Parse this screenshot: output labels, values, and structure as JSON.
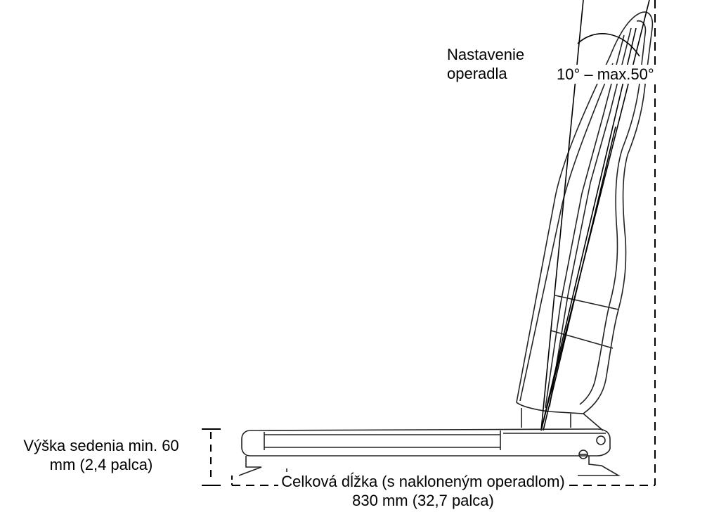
{
  "labels": {
    "backrest": {
      "line1": "Nastavenie",
      "line2": "operadla"
    },
    "angle": "10° – max.50°",
    "seat_height": {
      "line1": "Výška sedenia min. 60",
      "line2": "mm (2,4 palca)"
    },
    "total_length": {
      "line1": "Celková dĺžka (s nakloneným operadlom)",
      "line2": "830 mm (32,7 palca)"
    }
  },
  "colors": {
    "line": "#000000",
    "background": "#ffffff"
  }
}
